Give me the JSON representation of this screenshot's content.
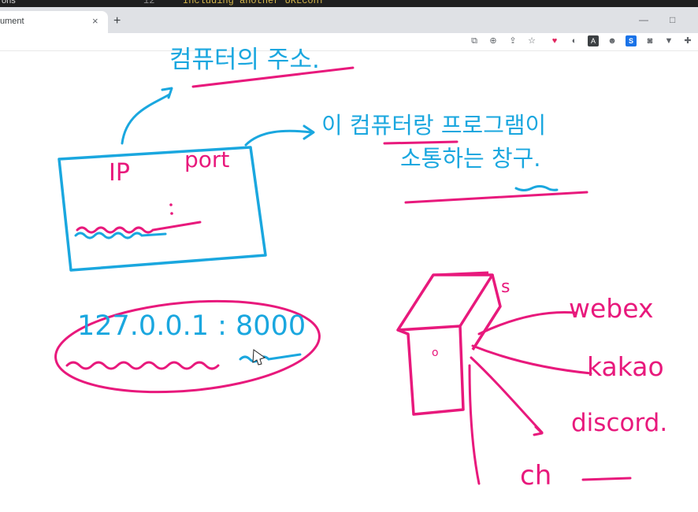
{
  "editor_strip": {
    "left_text": "ons",
    "line_number": "12",
    "code_text": "Including another URLconf"
  },
  "browser": {
    "tab_title": "ument",
    "tab_close": "×",
    "new_tab": "+",
    "window_minimize": "—",
    "window_maximize": "□",
    "toolbar_icons": [
      "translate-icon",
      "zoom-icon",
      "share-icon",
      "star-icon",
      "pocket-icon",
      "vpn-icon",
      "extension-a-icon",
      "extension-face-icon",
      "extension-s-icon",
      "camera-icon",
      "vue-icon",
      "puzzle-icon"
    ]
  },
  "whiteboard": {
    "address_note": "컴퓨터의 주소.",
    "ip_label": "IP",
    "port_label": "port",
    "computer_program_line1": "이 컴퓨터랑 프로그램이",
    "computer_program_line2": "소통하는 창구.",
    "address_value": "127.0.0.1 : 8000",
    "apps": [
      "webex",
      "kakao",
      "discord.",
      "ch"
    ],
    "house_letter": "s",
    "door_symbol": "o",
    "colors": {
      "pink": "#e8197c",
      "blue": "#1aa7df"
    }
  }
}
